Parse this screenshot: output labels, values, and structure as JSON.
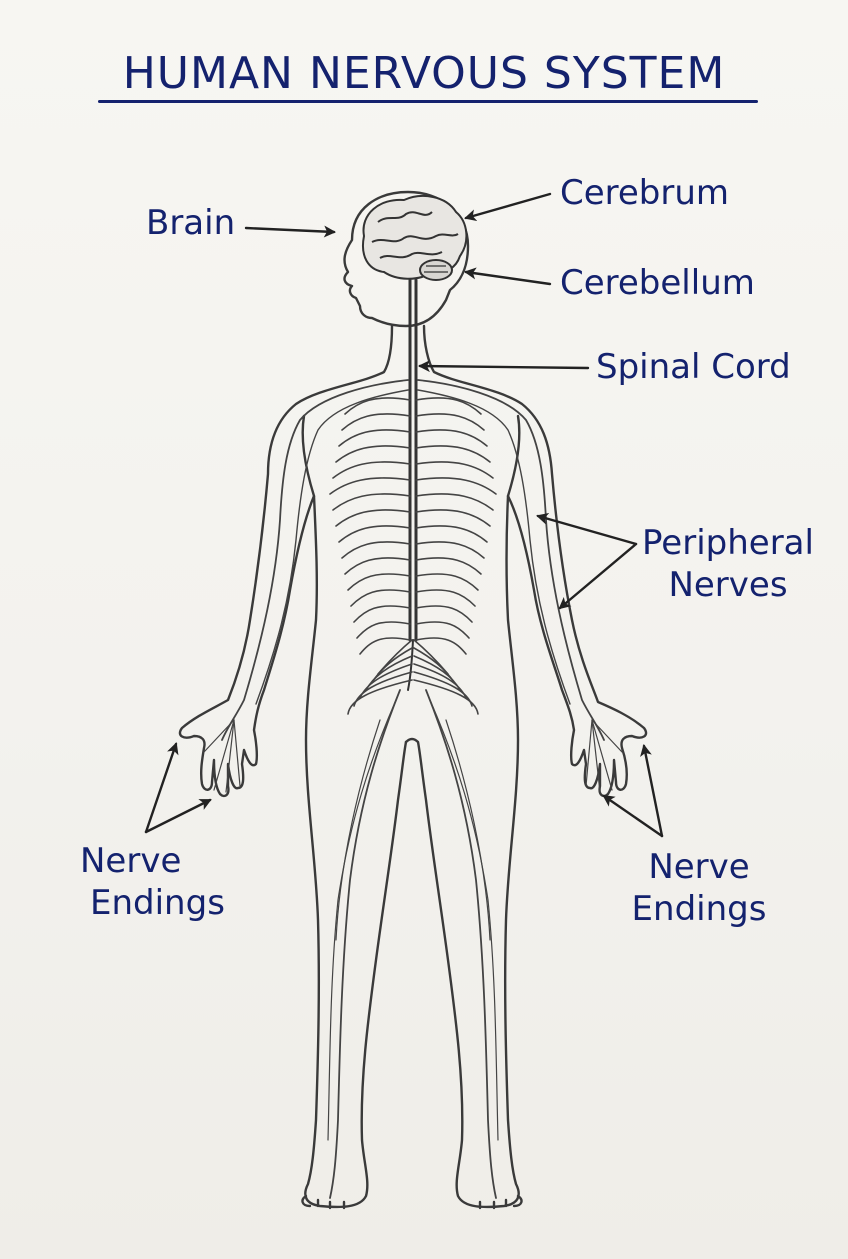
{
  "title": "HUMAN NERVOUS SYSTEM",
  "labels": {
    "brain": "Brain",
    "cerebrum": "Cerebrum",
    "cerebellum": "Cerebellum",
    "spinal_cord": "Spinal Cord",
    "peripheral_nerves": [
      "Peripheral",
      "Nerves"
    ],
    "nerve_endings_left": [
      "Nerve",
      "Endings"
    ],
    "nerve_endings_right": [
      "Nerve",
      "Endings"
    ]
  },
  "colors": {
    "ink": "#14226e",
    "pencil": "#3a3a3a",
    "paper": "#f5f4f0"
  }
}
